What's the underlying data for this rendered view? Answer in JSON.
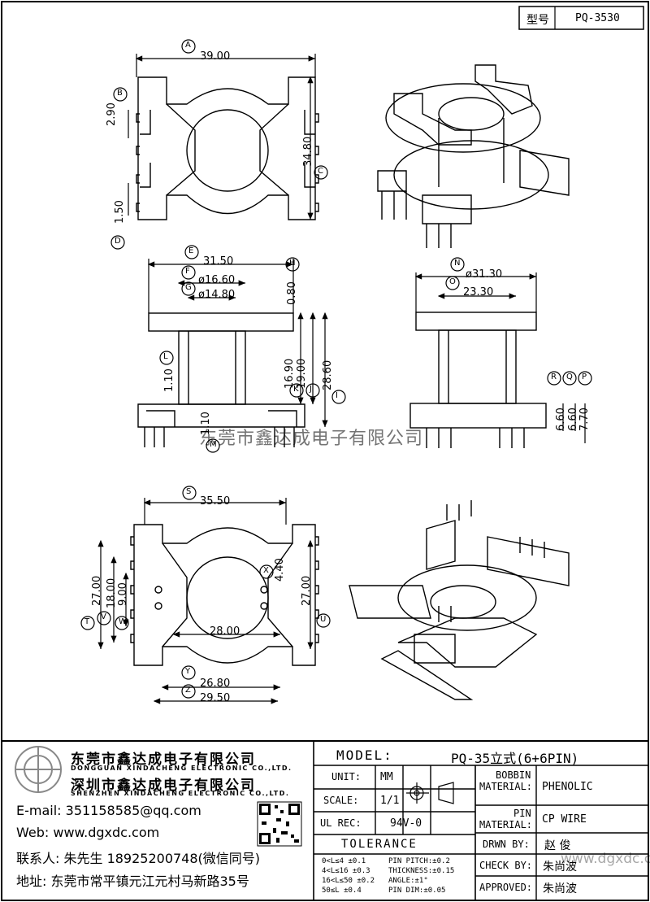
{
  "header": {
    "type_label": "型号",
    "type_value": "PQ-3530"
  },
  "dimensions": {
    "top": {
      "width": {
        "letter": "A",
        "value": "39.00"
      },
      "pitch": {
        "letter": "B",
        "value": "2.90"
      },
      "height": {
        "letter": "C",
        "value": "34.80"
      },
      "pin_w": {
        "letter": "D",
        "value": "1.50"
      }
    },
    "front": {
      "flange": {
        "letter": "E",
        "value": "31.50"
      },
      "outer_dia": {
        "letter": "F",
        "value": "ø16.60"
      },
      "inner_dia": {
        "letter": "G",
        "value": "ø14.80"
      },
      "flange_t": {
        "letter": "H",
        "value": "0.80"
      },
      "total_h": {
        "letter": "I",
        "value": "28.60"
      },
      "win_h": {
        "letter": "J",
        "value": "19.00"
      },
      "core_h": {
        "letter": "K",
        "value": "16.90"
      },
      "base_t": {
        "letter": "L",
        "value": "1.10"
      },
      "pin_t": {
        "letter": "M",
        "value": "1.10"
      }
    },
    "side": {
      "outer": {
        "letter": "N",
        "value": "ø31.30"
      },
      "inner": {
        "letter": "O",
        "value": "23.30"
      },
      "pin_p": {
        "letter": "P",
        "value": "7.70"
      },
      "pin_q": {
        "letter": "Q",
        "value": "6.60"
      },
      "pin_r": {
        "letter": "R",
        "value": "6.60"
      }
    },
    "bottom": {
      "width": {
        "letter": "S",
        "value": "35.50"
      },
      "row_t": {
        "letter": "T",
        "value": "27.00"
      },
      "row_u": {
        "letter": "U",
        "value": "27.00"
      },
      "row_v": {
        "letter": "V",
        "value": "18.00"
      },
      "row_w": {
        "letter": "W",
        "value": "9.00"
      },
      "x": {
        "letter": "X",
        "value": "4.40"
      },
      "mid": {
        "value": "28.00"
      },
      "y": {
        "letter": "Y",
        "value": "26.80"
      },
      "z": {
        "letter": "Z",
        "value": "29.50"
      }
    }
  },
  "watermark": "东莞市鑫达成电子有限公司",
  "watermark2": "www.dgxdc.com",
  "company": {
    "cn1": "东莞市鑫达成电子有限公司",
    "en1": "DONGGUAN XINDACHENG ELECTRONIC CO.,LTD.",
    "cn2": "深圳市鑫达成电子有限公司",
    "en2": "SHENZHEN XINDACHENG ELECTRONIC CO.,LTD.",
    "email": "E-mail: 351158585@qq.com",
    "web": "Web: www.dgxdc.com",
    "contact": "联系人: 朱先生 18925200748(微信同号)",
    "address": "地址: 东莞市常平镇元江元村马新路35号"
  },
  "title_block": {
    "model_label": "MODEL:",
    "model_value": "PQ-35立式(6+6PIN)",
    "unit_label": "UNIT:",
    "unit_value": "MM",
    "scale_label": "SCALE:",
    "scale_value": "1/1",
    "ul_label": "UL REC:",
    "ul_value": "94V-0",
    "bobbin_label1": "BOBBIN",
    "bobbin_label2": "MATERIAL:",
    "bobbin_value": "PHENOLIC",
    "pin_label1": "PIN",
    "pin_label2": "MATERIAL:",
    "pin_value": "CP WIRE",
    "drwn_label": "DRWN BY:",
    "drwn_value": "赵 俊",
    "check_label": "CHECK BY:",
    "check_value": "朱尚波",
    "approved_label": "APPROVED:",
    "approved_value": "朱尚波",
    "tolerance_label": "TOLERANCE",
    "tol": [
      "0<L≤4  ±0.1",
      "4<L≤16 ±0.3",
      "16<L≤50 ±0.2",
      "50≤L   ±0.4"
    ],
    "tol2": [
      "PIN PITCH:±0.2",
      "THICKNESS:±0.15",
      "ANGLE:±1°",
      "PIN DIM:±0.05"
    ]
  }
}
